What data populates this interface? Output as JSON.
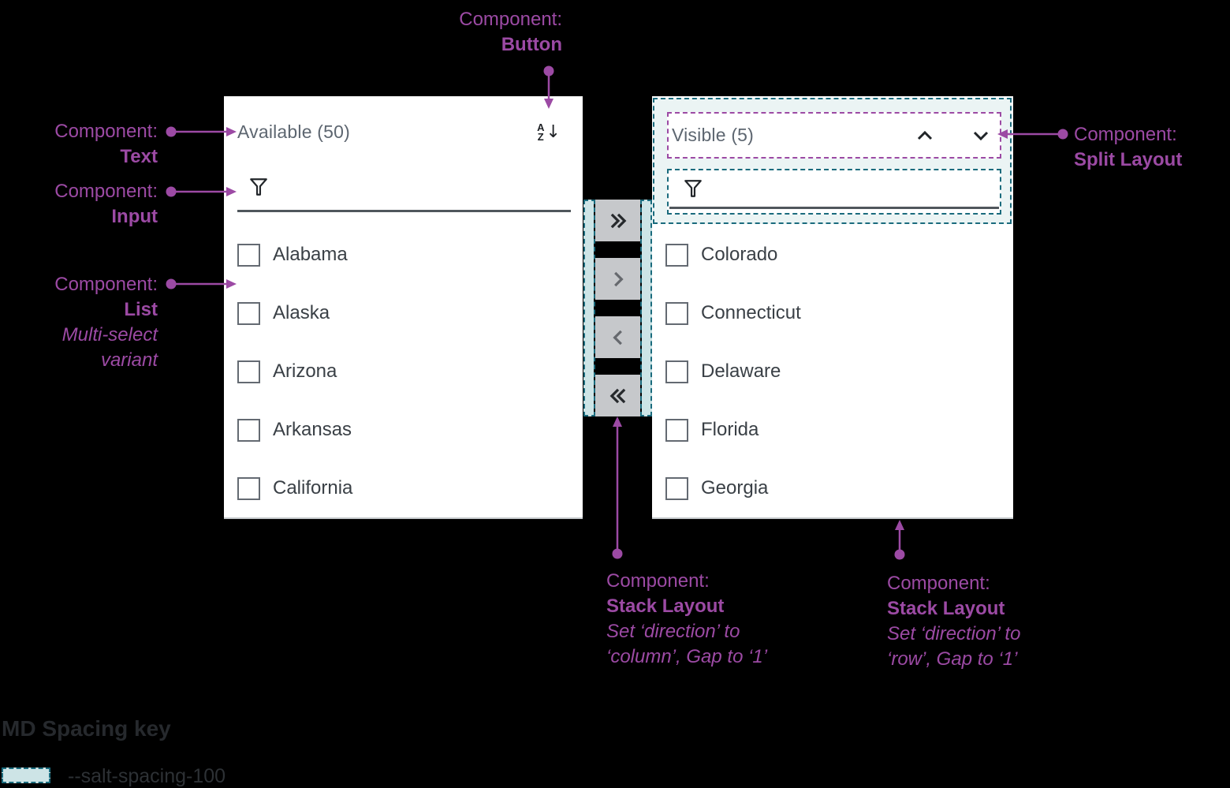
{
  "available_panel": {
    "title": "Available (50)",
    "items": [
      "Alabama",
      "Alaska",
      "Arizona",
      "Arkansas",
      "California"
    ],
    "sort_button": {
      "letter_top": "A",
      "letter_bottom": "Z",
      "arrow_glyph": "↓",
      "icon": "az-sort-descending-icon"
    }
  },
  "visible_panel": {
    "title": "Visible (5)",
    "items": [
      "Colorado",
      "Connecticut",
      "Delaware",
      "Florida",
      "Georgia"
    ]
  },
  "filter": {
    "icon": "filter-funnel-icon",
    "value": "",
    "placeholder": ""
  },
  "transfer_buttons": {
    "move_all_right": {
      "icon": "double-chevron-right-icon",
      "disabled": false
    },
    "move_right": {
      "icon": "chevron-right-icon",
      "disabled": true
    },
    "move_left": {
      "icon": "chevron-left-icon",
      "disabled": true
    },
    "move_all_left": {
      "icon": "double-chevron-left-icon",
      "disabled": false
    }
  },
  "header_buttons": {
    "move_up": {
      "icon": "chevron-up-icon"
    },
    "move_down": {
      "icon": "chevron-down-icon"
    }
  },
  "annotations": {
    "button": {
      "prefix": "Component:",
      "name": "Button"
    },
    "text": {
      "prefix": "Component:",
      "name": "Text"
    },
    "input": {
      "prefix": "Component:",
      "name": "Input"
    },
    "list": {
      "prefix": "Component:",
      "name": "List",
      "note1": "Multi-select",
      "note2": "variant"
    },
    "split": {
      "prefix": "Component:",
      "name": "Split Layout"
    },
    "stack_column": {
      "prefix": "Component:",
      "name": "Stack Layout",
      "note1": "Set ‘direction’ to",
      "note2": "‘column’, Gap to ‘1’"
    },
    "stack_row": {
      "prefix": "Component:",
      "name": "Stack Layout",
      "note1": "Set ‘direction’ to",
      "note2": "‘row’, Gap to ‘1’"
    }
  },
  "spacing_key": {
    "title": "MD Spacing key",
    "token_label": "--salt-spacing-100"
  },
  "colors": {
    "background": "#000000",
    "panel_bg": "#ffffff",
    "annotation_purple": "#9c4aa4",
    "spacing_teal_border": "#1a6b7d",
    "spacing_teal_fill": "#cde4e6",
    "overlay_fill": "#ebf4f4",
    "title_gray": "#5d6670",
    "item_text": "#3a4046",
    "enabled_icon": "#26292c",
    "disabled_icon": "#66696e",
    "button_fill": "#c6c8cb"
  }
}
